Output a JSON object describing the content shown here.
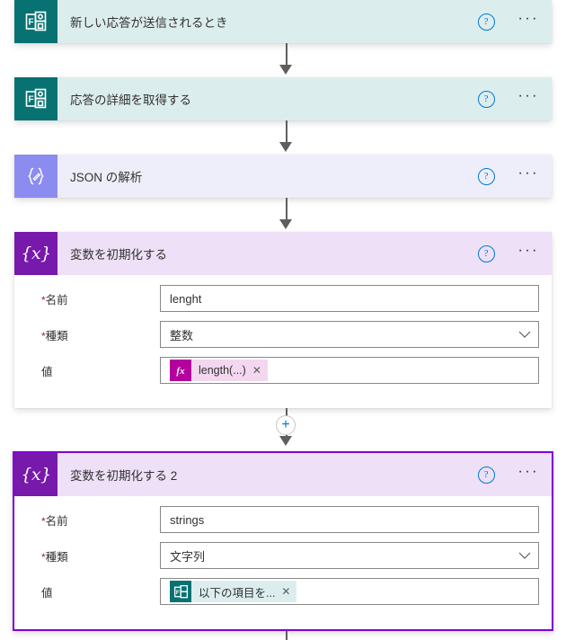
{
  "flow": {
    "steps": [
      {
        "id": "trigger-forms-new-response",
        "title": "新しい応答が送信されるとき",
        "icon": "microsoft-forms-icon",
        "type": "forms",
        "help_label": "?",
        "menu_label": "···"
      },
      {
        "id": "action-forms-get-response-details",
        "title": "応答の詳細を取得する",
        "icon": "microsoft-forms-icon",
        "type": "forms",
        "help_label": "?",
        "menu_label": "···"
      },
      {
        "id": "action-parse-json",
        "title": "JSON の解析",
        "icon": "parse-json-icon",
        "type": "json",
        "help_label": "?",
        "menu_label": "···"
      },
      {
        "id": "action-initialize-variable",
        "title": "変数を初期化する",
        "icon": "variable-braces-x-icon",
        "type": "varinit",
        "help_label": "?",
        "menu_label": "···",
        "fields": {
          "name": {
            "label": "名前",
            "required": "*",
            "value": "lenght"
          },
          "type": {
            "label": "種類",
            "required": "*",
            "value": "整数"
          },
          "value": {
            "label": "値",
            "required": "",
            "token_text": "length(...)",
            "token_icon": "fx-expression-icon",
            "token_kind": "fx",
            "remove_label": "✕"
          }
        }
      },
      {
        "id": "action-initialize-variable-2",
        "title": "変数を初期化する 2",
        "icon": "variable-braces-x-icon",
        "type": "varinit",
        "selected": true,
        "help_label": "?",
        "menu_label": "···",
        "fields": {
          "name": {
            "label": "名前",
            "required": "*",
            "value": "strings"
          },
          "type": {
            "label": "種類",
            "required": "*",
            "value": "文字列"
          },
          "value": {
            "label": "値",
            "required": "",
            "token_text": "以下の項目を...",
            "token_icon": "microsoft-forms-icon",
            "token_kind": "form",
            "remove_label": "✕"
          }
        }
      }
    ],
    "insert_button_label": "+"
  },
  "colors": {
    "forms_icon": "#087272",
    "forms_header": "#DCEDED",
    "json_icon": "#8C8CF0",
    "json_header": "#EEEEFB",
    "varinit_icon": "#7719AA",
    "varinit_header": "#EDE0F7",
    "selection_border": "#8000D7",
    "fx_token_icon": "#B4009E",
    "help_blue": "#0078D4",
    "required_red": "#A4262C"
  }
}
